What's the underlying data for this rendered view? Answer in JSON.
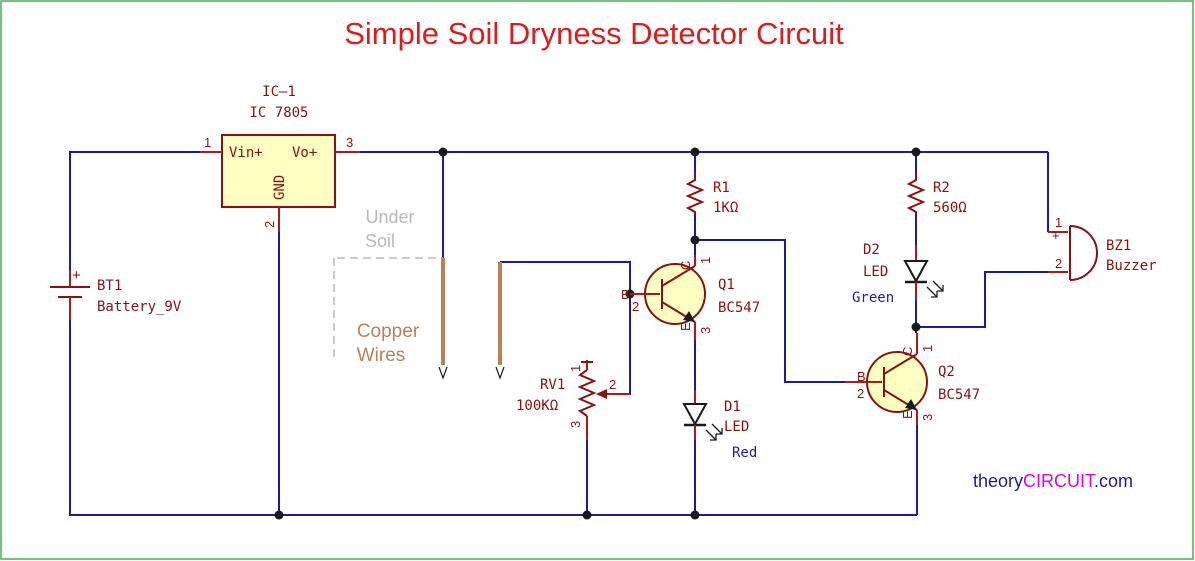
{
  "title": "Simple Soil Dryness Detector Circuit",
  "ic": {
    "ref": "IC–1",
    "value": "IC 7805",
    "pin_vin": "Vin+",
    "pin_vo": "Vo+",
    "pin_gnd": "GND",
    "pin1": "1",
    "pin2": "2",
    "pin3": "3"
  },
  "battery": {
    "ref": "BT1",
    "value": "Battery_9V",
    "plus": "+"
  },
  "soil": {
    "line1": "Under",
    "line2": "Soil"
  },
  "copper": {
    "line1": "Copper",
    "line2": "Wires"
  },
  "r1": {
    "ref": "R1",
    "value": "1KΩ"
  },
  "r2": {
    "ref": "R2",
    "value": "560Ω"
  },
  "rv1": {
    "ref": "RV1",
    "value": "100KΩ",
    "p1": "1",
    "p2": "2",
    "p3": "3"
  },
  "q1": {
    "ref": "Q1",
    "value": "BC547",
    "b": "B",
    "c": "C",
    "e": "E",
    "p1": "1",
    "p2": "2",
    "p3": "3"
  },
  "q2": {
    "ref": "Q2",
    "value": "BC547",
    "b": "B",
    "c": "C",
    "e": "E",
    "p1": "1",
    "p2": "2",
    "p3": "3"
  },
  "d1": {
    "ref": "D1",
    "value": "LED",
    "color": "Red"
  },
  "d2": {
    "ref": "D2",
    "value": "LED",
    "color": "Green"
  },
  "bz1": {
    "ref": "BZ1",
    "value": "Buzzer",
    "p1": "1",
    "p2": "2",
    "plus": "+"
  },
  "brand": {
    "part1": "theory",
    "part2": "CIRCUIT",
    "part3": ".com"
  },
  "colors": {
    "wire": "#1a1aa6",
    "component": "#8b1010",
    "title": "#e01b1b",
    "ic_fill": "#ffffc2",
    "copper": "#b88158",
    "brand_blue": "#1a1aa6",
    "brand_magenta": "#e000e0"
  }
}
